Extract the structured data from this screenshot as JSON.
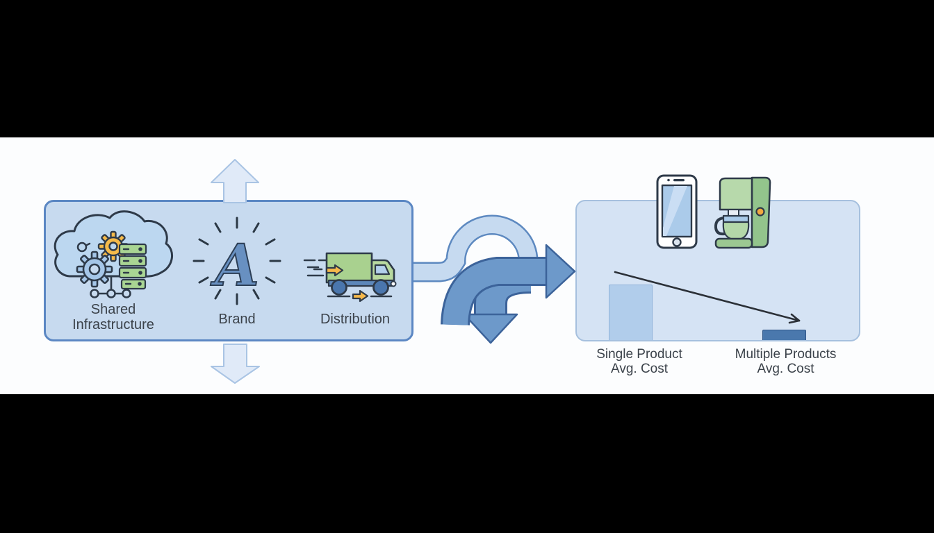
{
  "scene": {
    "description": "Shared resources loop lowering average cost across multiple products"
  },
  "shared_pool_panel": {
    "items": [
      {
        "icon": "cloud-infrastructure-icon",
        "label_line1": "Shared",
        "label_line2": "Infrastructure"
      },
      {
        "icon": "brand-script-a-icon",
        "label_line1": "Brand",
        "glyph": "A"
      },
      {
        "icon": "delivery-truck-icon",
        "label_line1": "Distribution"
      }
    ]
  },
  "flow_arrows": {
    "up": "expand-up-arrow",
    "down": "expand-down-arrow",
    "loop": "shared-loop-tube",
    "to_products": "flow-right-arrow",
    "branch_down": "flow-down-arrow"
  },
  "cost_panel": {
    "product_icons": [
      "smartphone-icon",
      "coffee-maker-icon"
    ],
    "chart": {
      "type": "bar",
      "categories": [
        "Single Product Avg. Cost",
        "Multiple Products Avg. Cost"
      ],
      "relative_values": [
        80,
        15
      ],
      "trend": "decreasing",
      "bar_colors": [
        "#b1cdeb",
        "#4a78ad"
      ]
    },
    "labels": [
      {
        "line1": "Single Product",
        "line2": "Avg. Cost"
      },
      {
        "line1": "Multiple Products",
        "line2": "Avg. Cost"
      }
    ]
  },
  "colors": {
    "letterbox": "#000000",
    "stage_bg": "#fcfdfe",
    "panel_fill_left": "#c7daef",
    "panel_border_left": "#5b87c3",
    "panel_fill_right": "#d5e3f4",
    "panel_border_right": "#a6c0de",
    "light_arrow_fill": "#e0eaf8",
    "light_arrow_border": "#a9c4e4",
    "tube_fill": "#c6daf0",
    "tube_border": "#5d89c0",
    "dark_arrow_fill": "#6d99ca",
    "dark_arrow_border": "#3c639a",
    "text": "#3b424a",
    "trend_line": "#2b3037"
  }
}
